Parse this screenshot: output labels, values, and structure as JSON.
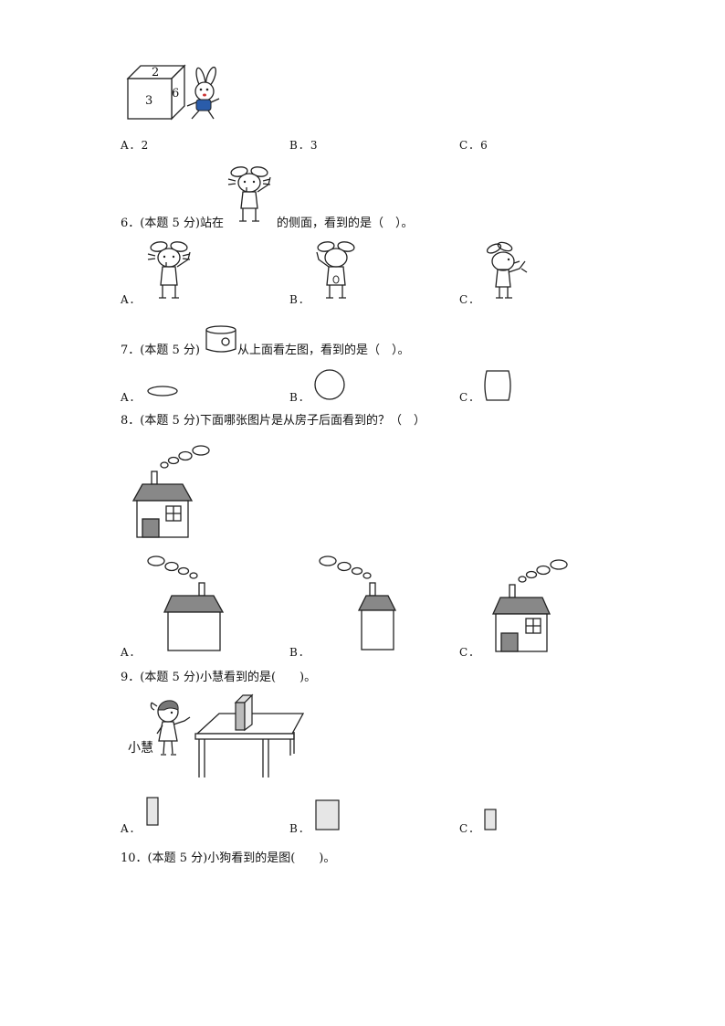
{
  "q5": {
    "cube_faces": {
      "top": "2",
      "front": "3",
      "side": "6"
    },
    "options": [
      "A．2",
      "B．3",
      "C．6"
    ]
  },
  "q6": {
    "stem_before": "6．(本题 5 分)站在",
    "stem_after": "的侧面，看到的是（　）。",
    "options": [
      "A．",
      "B．",
      "C．"
    ]
  },
  "q7": {
    "stem_before": "7．(本题 5 分)",
    "stem_after": "从上面看左图，看到的是（　）。",
    "options": [
      "A．",
      "B．",
      "C．"
    ]
  },
  "q8": {
    "stem": "8．(本题 5 分)下面哪张图片是从房子后面看到的？（　）",
    "options": [
      "A．",
      "B．",
      "C．"
    ]
  },
  "q9": {
    "stem": "9．(本题 5 分)小慧看到的是(　　)。",
    "girl_label": "小慧",
    "options": [
      "A．",
      "B．",
      "C．"
    ]
  },
  "q10": {
    "stem": "10．(本题 5 分)小狗看到的是图(　　)。"
  }
}
